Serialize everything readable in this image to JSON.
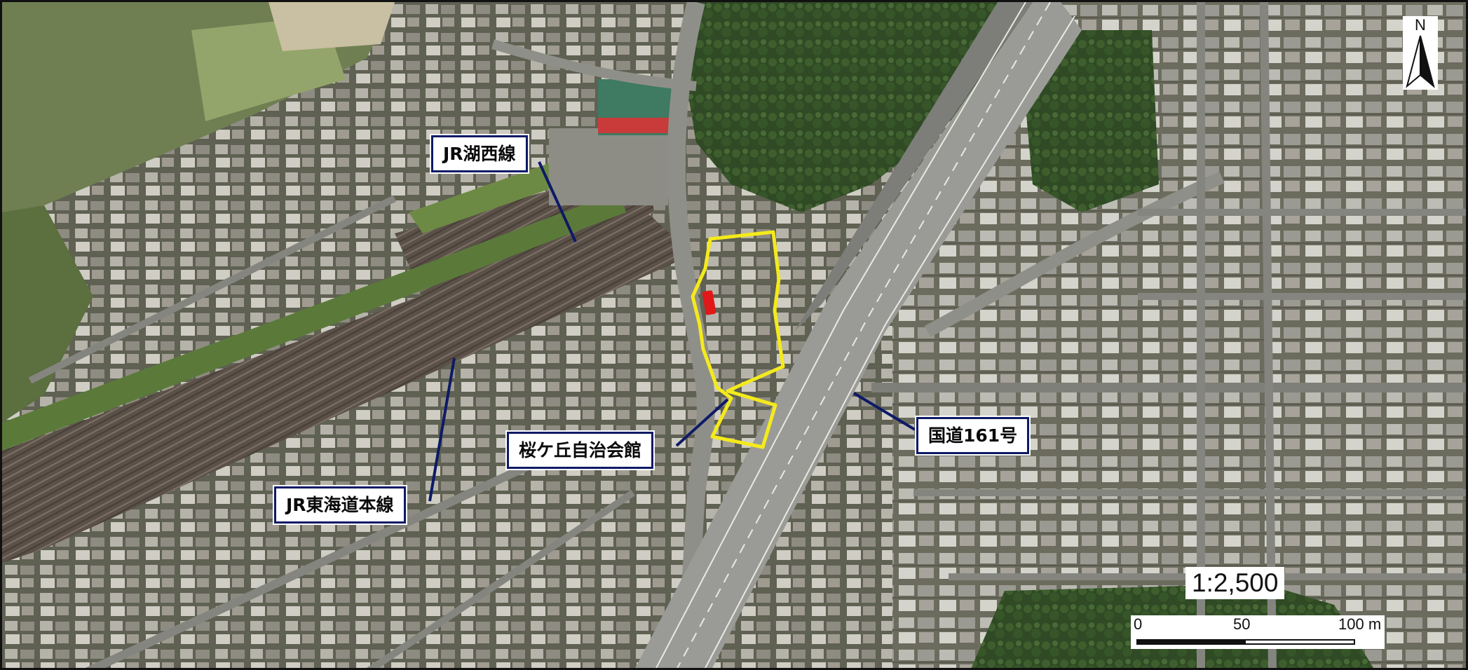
{
  "labels": {
    "kosei_line": "JR湖西線",
    "tokaido_line": "JR東海道本線",
    "community_hall": "桜ケ丘自治会館",
    "route161": "国道161号"
  },
  "scale": {
    "ratio": "1:2,500",
    "ticks": [
      "0",
      "50",
      "100 m"
    ]
  },
  "north_arrow": {
    "letter": "N"
  },
  "icons": {
    "north": "north-arrow-icon"
  },
  "colors": {
    "site_boundary": "#f4ea1c",
    "site_marker": "#e01818",
    "callout_border": "#0d1a66",
    "leader_line": "#0d1a66"
  }
}
